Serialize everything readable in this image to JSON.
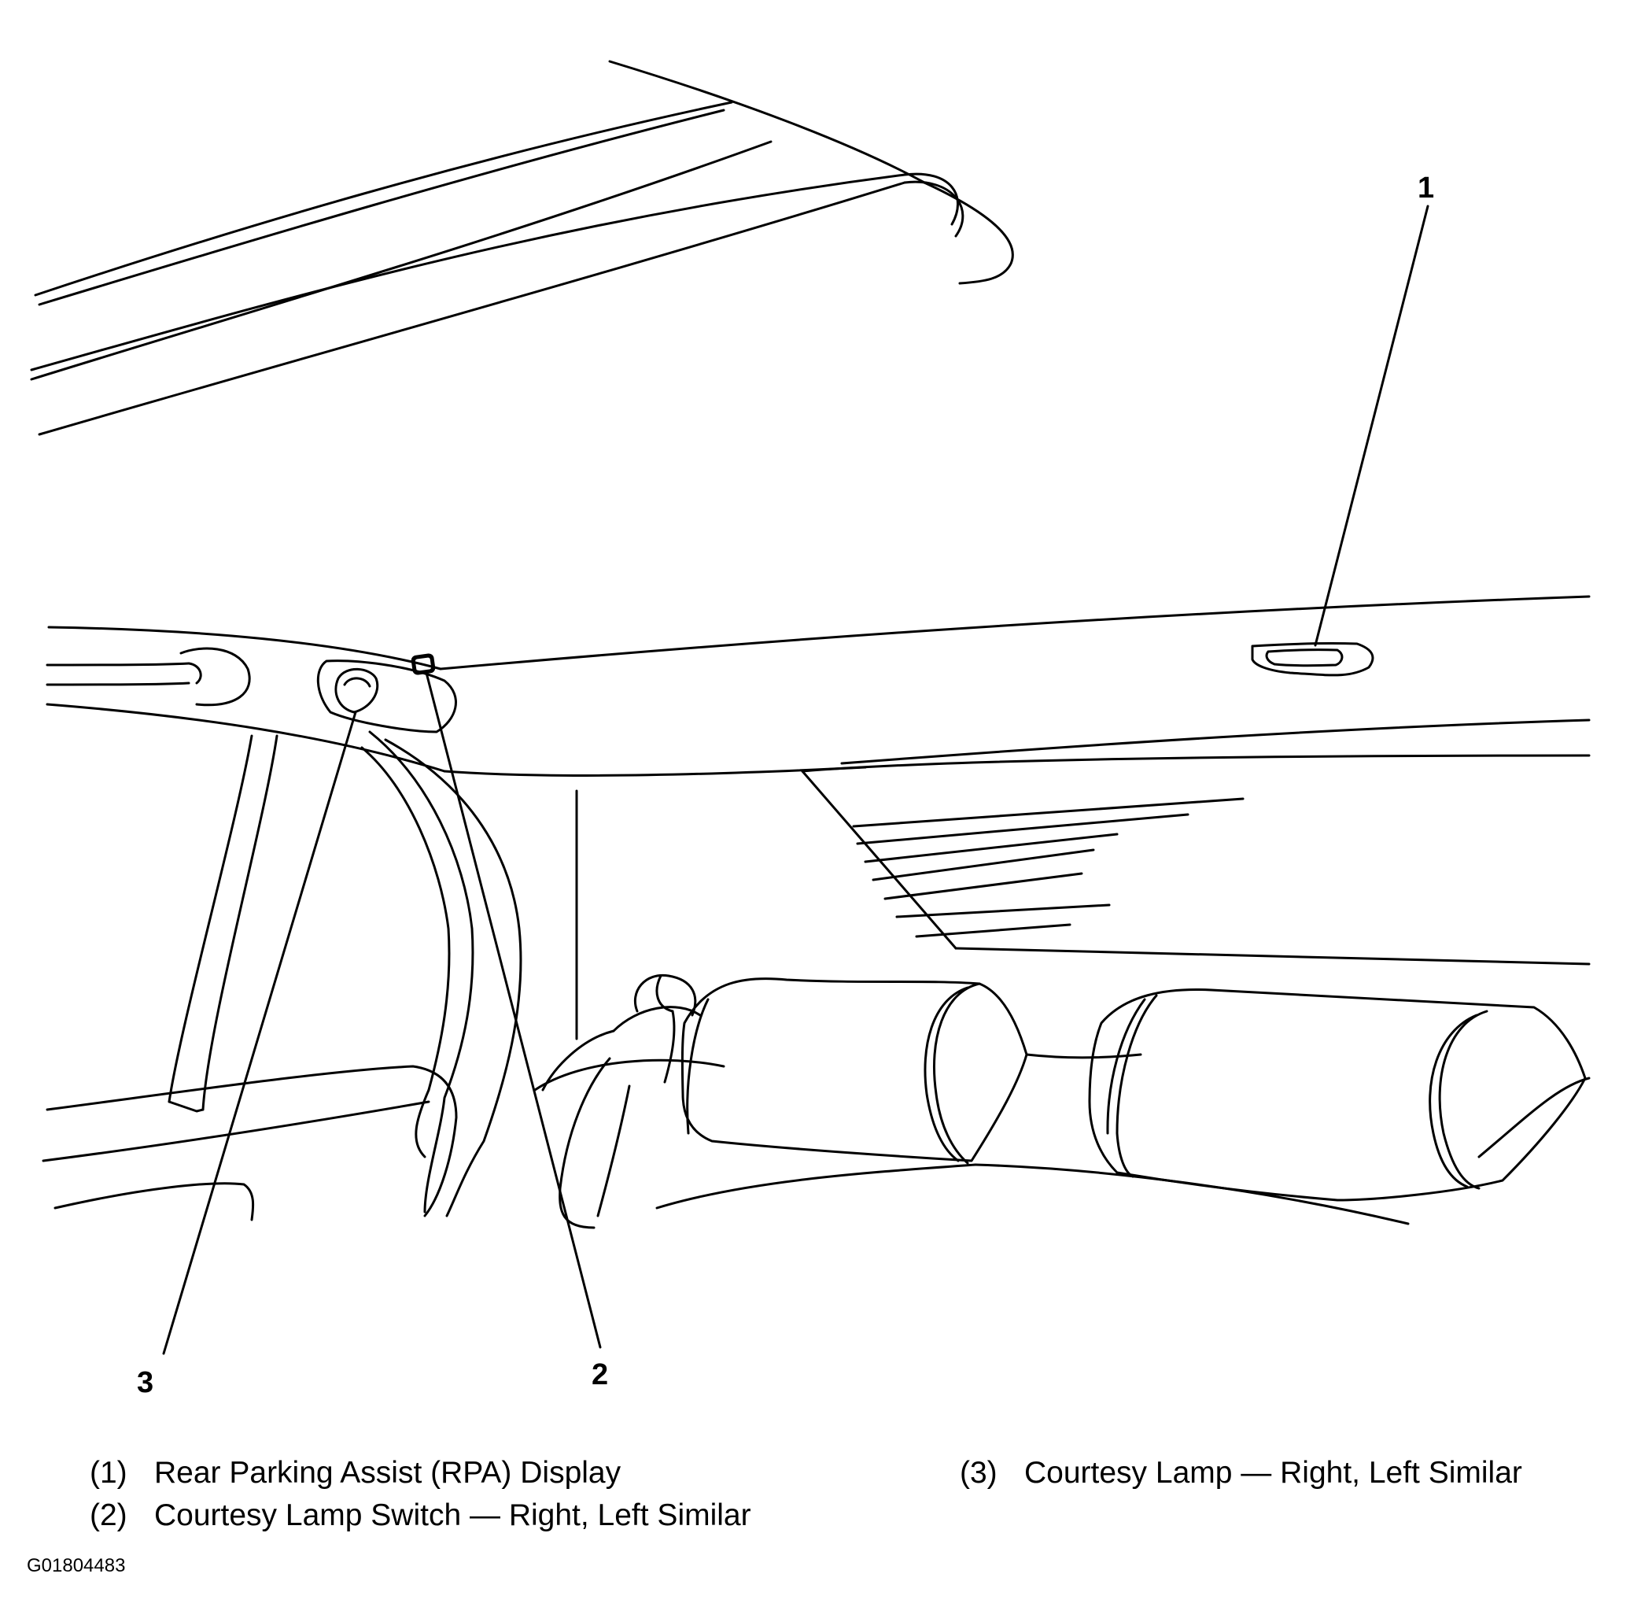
{
  "callouts": [
    {
      "id": "1",
      "label": "1"
    },
    {
      "id": "2",
      "label": "2"
    },
    {
      "id": "3",
      "label": "3"
    }
  ],
  "legend": [
    {
      "number": "(1)",
      "text": "Rear Parking Assist (RPA) Display"
    },
    {
      "number": "(2)",
      "text": "Courtesy Lamp Switch — Right, Left Similar"
    },
    {
      "number": "(3)",
      "text": "Courtesy Lamp — Right, Left Similar"
    }
  ],
  "figure_id": "G01804483"
}
